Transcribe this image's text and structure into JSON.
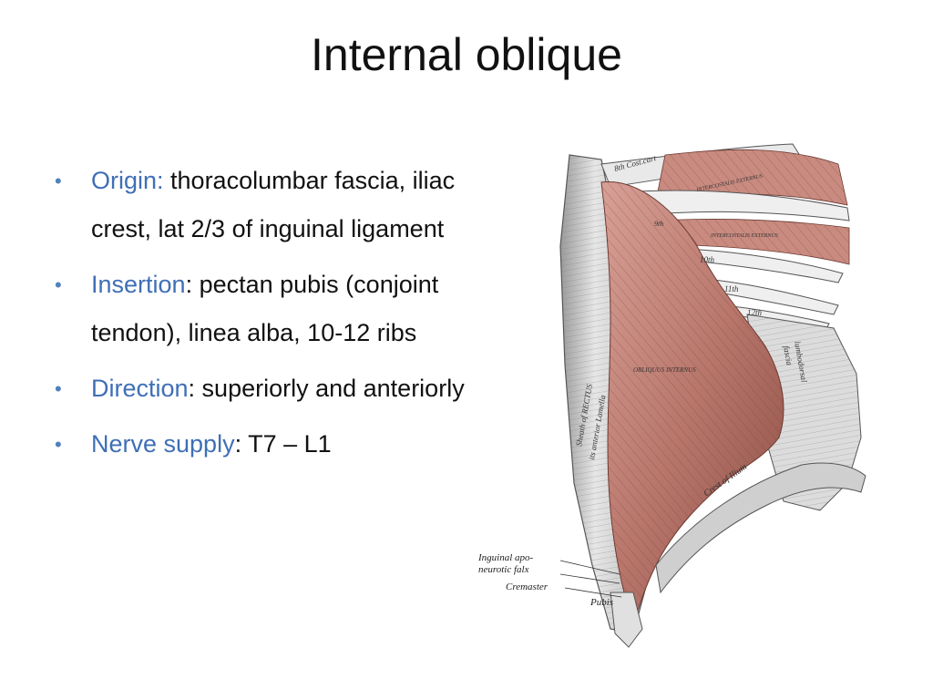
{
  "slide": {
    "title": "Internal oblique"
  },
  "bullets": [
    {
      "term": "Origin:",
      "text": " thoracolumbar fascia, iliac crest, lat 2/3 of inguinal ligament"
    },
    {
      "term": "Insertion",
      "text": ": pectan pubis (conjoint tendon), linea alba, 10-12 ribs"
    },
    {
      "term": "Direction",
      "text": ": superiorly and anteriorly"
    },
    {
      "term": "Nerve supply",
      "text": ": T7 – L1"
    }
  ],
  "bullet_glyph": "•",
  "colors": {
    "term": "#3f6fb5",
    "bullet": "#4f81bd",
    "muscle": "#c98b80",
    "fascia": "#d9d9d9"
  },
  "figure": {
    "labels": {
      "cost_cart": "8th Cost.cart",
      "intercostalis_externus_1": "INTERCOSTALIS EXTERNUS",
      "ninth": "9th",
      "intercostalis_externus_2": "INTERCOSTALIS EXTERNUS",
      "tenth": "10th",
      "eleventh": "11th",
      "twelfth": "12th",
      "obliquus_internus": "OBLIQUUS INTERNUS",
      "lumbodorsal": "lumbodorsal",
      "fascia": "fascia",
      "crest_of_ilium": "Crest of Ilium",
      "sheath_rectus": "Sheath of RECTUS",
      "anterior_lamella": "its anterior Lamella",
      "inguinal_apo": "Inguinal apo-",
      "neurotic_falx": "neurotic falx",
      "cremaster": "Cremaster",
      "pubis": "Pubis"
    }
  }
}
